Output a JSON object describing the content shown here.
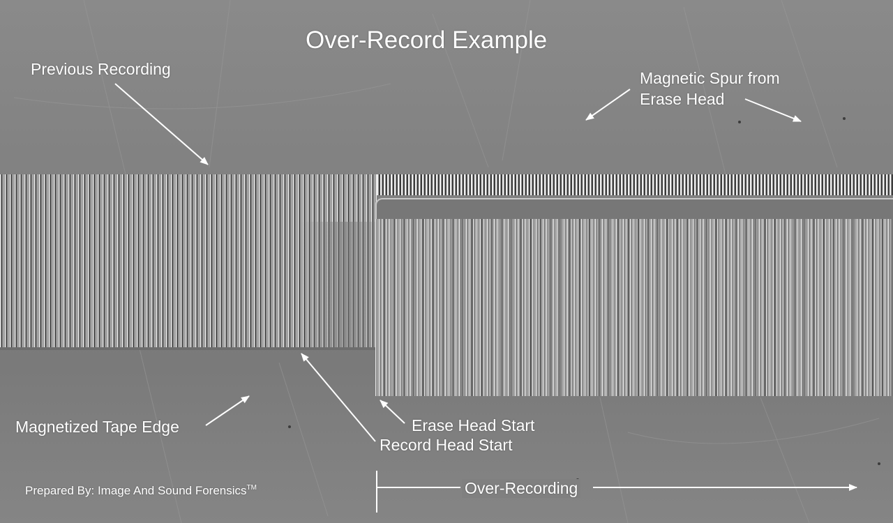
{
  "title": "Over-Record Example",
  "labels": {
    "previous_recording": "Previous Recording",
    "spur_line1": "Magnetic Spur from",
    "spur_line2": "Erase Head",
    "magnetized_tape_edge": "Magnetized Tape Edge",
    "erase_head_start": "Erase Head Start",
    "record_head_start": "Record Head Start",
    "over_recording": "Over-Recording"
  },
  "credit": {
    "text": "Prepared By: Image And Sound Forensics",
    "trademark": "TM"
  },
  "colors": {
    "annotation_text": "#ffffff",
    "background_gray": "#808080"
  }
}
